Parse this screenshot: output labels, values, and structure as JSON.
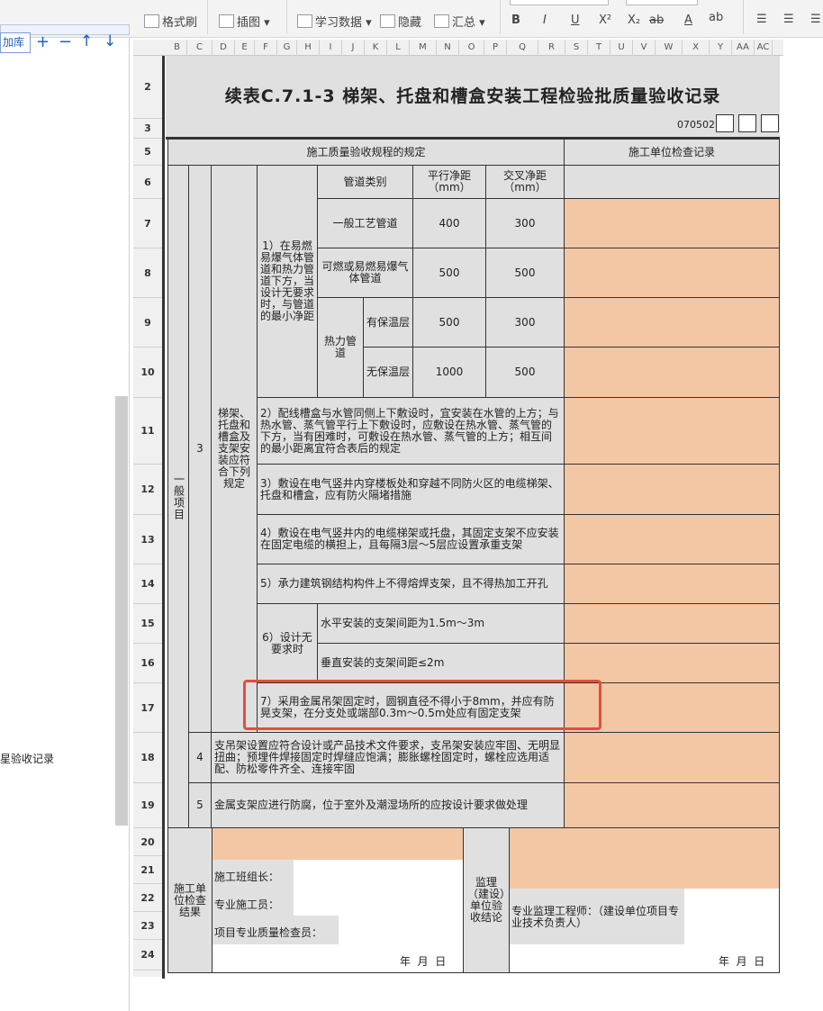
{
  "toolbar": {
    "format_painter": "格式刷",
    "insert_image": "插图",
    "study_data": "学习数据",
    "hide": "隐藏",
    "summary": "汇总",
    "bold": "B",
    "italic": "I",
    "underline": "U",
    "superscript": "X²",
    "subscript": "X₂",
    "strike": "ab",
    "font_color": "A",
    "pinyin": "ab"
  },
  "left_panel": {
    "add_to_library": "加库",
    "add": "+",
    "remove": "−",
    "up": "↑",
    "down": "↓",
    "tree_item": "星验收记录"
  },
  "columns": [
    "B",
    "C",
    "D",
    "E",
    "F",
    "G",
    "H",
    "I",
    "J",
    "K",
    "L",
    "M",
    "N",
    "O",
    "P",
    "Q",
    "R",
    "S",
    "T",
    "U",
    "V",
    "W",
    "X",
    "Y",
    "AA",
    "AC"
  ],
  "rows": [
    "2",
    "3",
    "5",
    "6",
    "7",
    "8",
    "9",
    "10",
    "11",
    "12",
    "13",
    "14",
    "15",
    "16",
    "17",
    "18",
    "19",
    "20",
    "21",
    "22",
    "23",
    "24"
  ],
  "sheet": {
    "title": "续表C.7.1-3 梯架、托盘和槽盒安装工程检验批质量验收记录",
    "code": "070502",
    "header_spec": "施工质量验收规程的规定",
    "header_record": "施工单位检查记录",
    "pipe_type": "管道类别",
    "parallel": "平行净距（mm）",
    "cross": "交叉净距（mm）",
    "general": "一般项目",
    "item3_no": "3",
    "item3_label": "梯架、托盘和槽盒及支架安装应符合下列规定",
    "sub1": "1）在易燃易爆气体管道和热力管道下方，当设计无要求时，与管道的最小净距",
    "pipe1": "一般工艺管道",
    "pipe1_p": "400",
    "pipe1_c": "300",
    "pipe2": "可燃或易燃易爆气体管道",
    "pipe2_p": "500",
    "pipe2_c": "500",
    "thermal": "热力管道",
    "ins_yes": "有保温层",
    "ins_yes_p": "500",
    "ins_yes_c": "300",
    "ins_no": "无保温层",
    "ins_no_p": "1000",
    "ins_no_c": "500",
    "sub2": "2）配线槽盒与水管同侧上下敷设时，宜安装在水管的上方；与热水管、蒸气管平行上下敷设时，应敷设在热水管、蒸气管的下方，当有困难时，可敷设在热水管、蒸气管的上方；相互间的最小距离宜符合表后的规定",
    "sub3": "3）敷设在电气竖井内穿楼板处和穿越不同防火区的电缆梯架、托盘和槽盒，应有防火隔堵措施",
    "sub4": "4）敷设在电气竖井内的电缆梯架或托盘，其固定支架不应安装在固定电缆的横担上，且每隔3层～5层应设置承重支架",
    "sub5": "5）承力建筑钢结构构件上不得熔焊支架，且不得热加工开孔",
    "sub6": "6）设计无要求时",
    "sub6a": "水平安装的支架间距为1.5m～3m",
    "sub6b": "垂直安装的支架间距≤2m",
    "sub7": "7）采用金属吊架固定时，圆钢直径不得小于8mm，并应有防晃支架，在分支处或端部0.3m～0.5m处应有固定支架",
    "item4_no": "4",
    "item4": "支吊架设置应符合设计或产品技术文件要求，支吊架安装应牢固、无明显扭曲；预埋件焊接固定时焊缝应饱满；膨胀螺栓固定时，螺栓应选用适配、防松零件齐全、连接牢固",
    "item5_no": "5",
    "item5": "金属支架应进行防腐，位于室外及潮湿场所的应按设计要求做处理",
    "construction_result": "施工单位检查结果",
    "team_leader": "施工班组长：",
    "constructor": "专业施工员：",
    "inspector": "项目专业质量检查员：",
    "supervision_conclusion": "监理（建设）单位验收结论",
    "supervisor": "专业监理工程师：（建设单位项目专业技术负责人）",
    "date_left": "年  月  日",
    "date_right": "年  月  日"
  },
  "colors": {
    "orange": "#f4c7a4",
    "gray": "#e0e0e0",
    "highlight": "#e74c3c"
  }
}
